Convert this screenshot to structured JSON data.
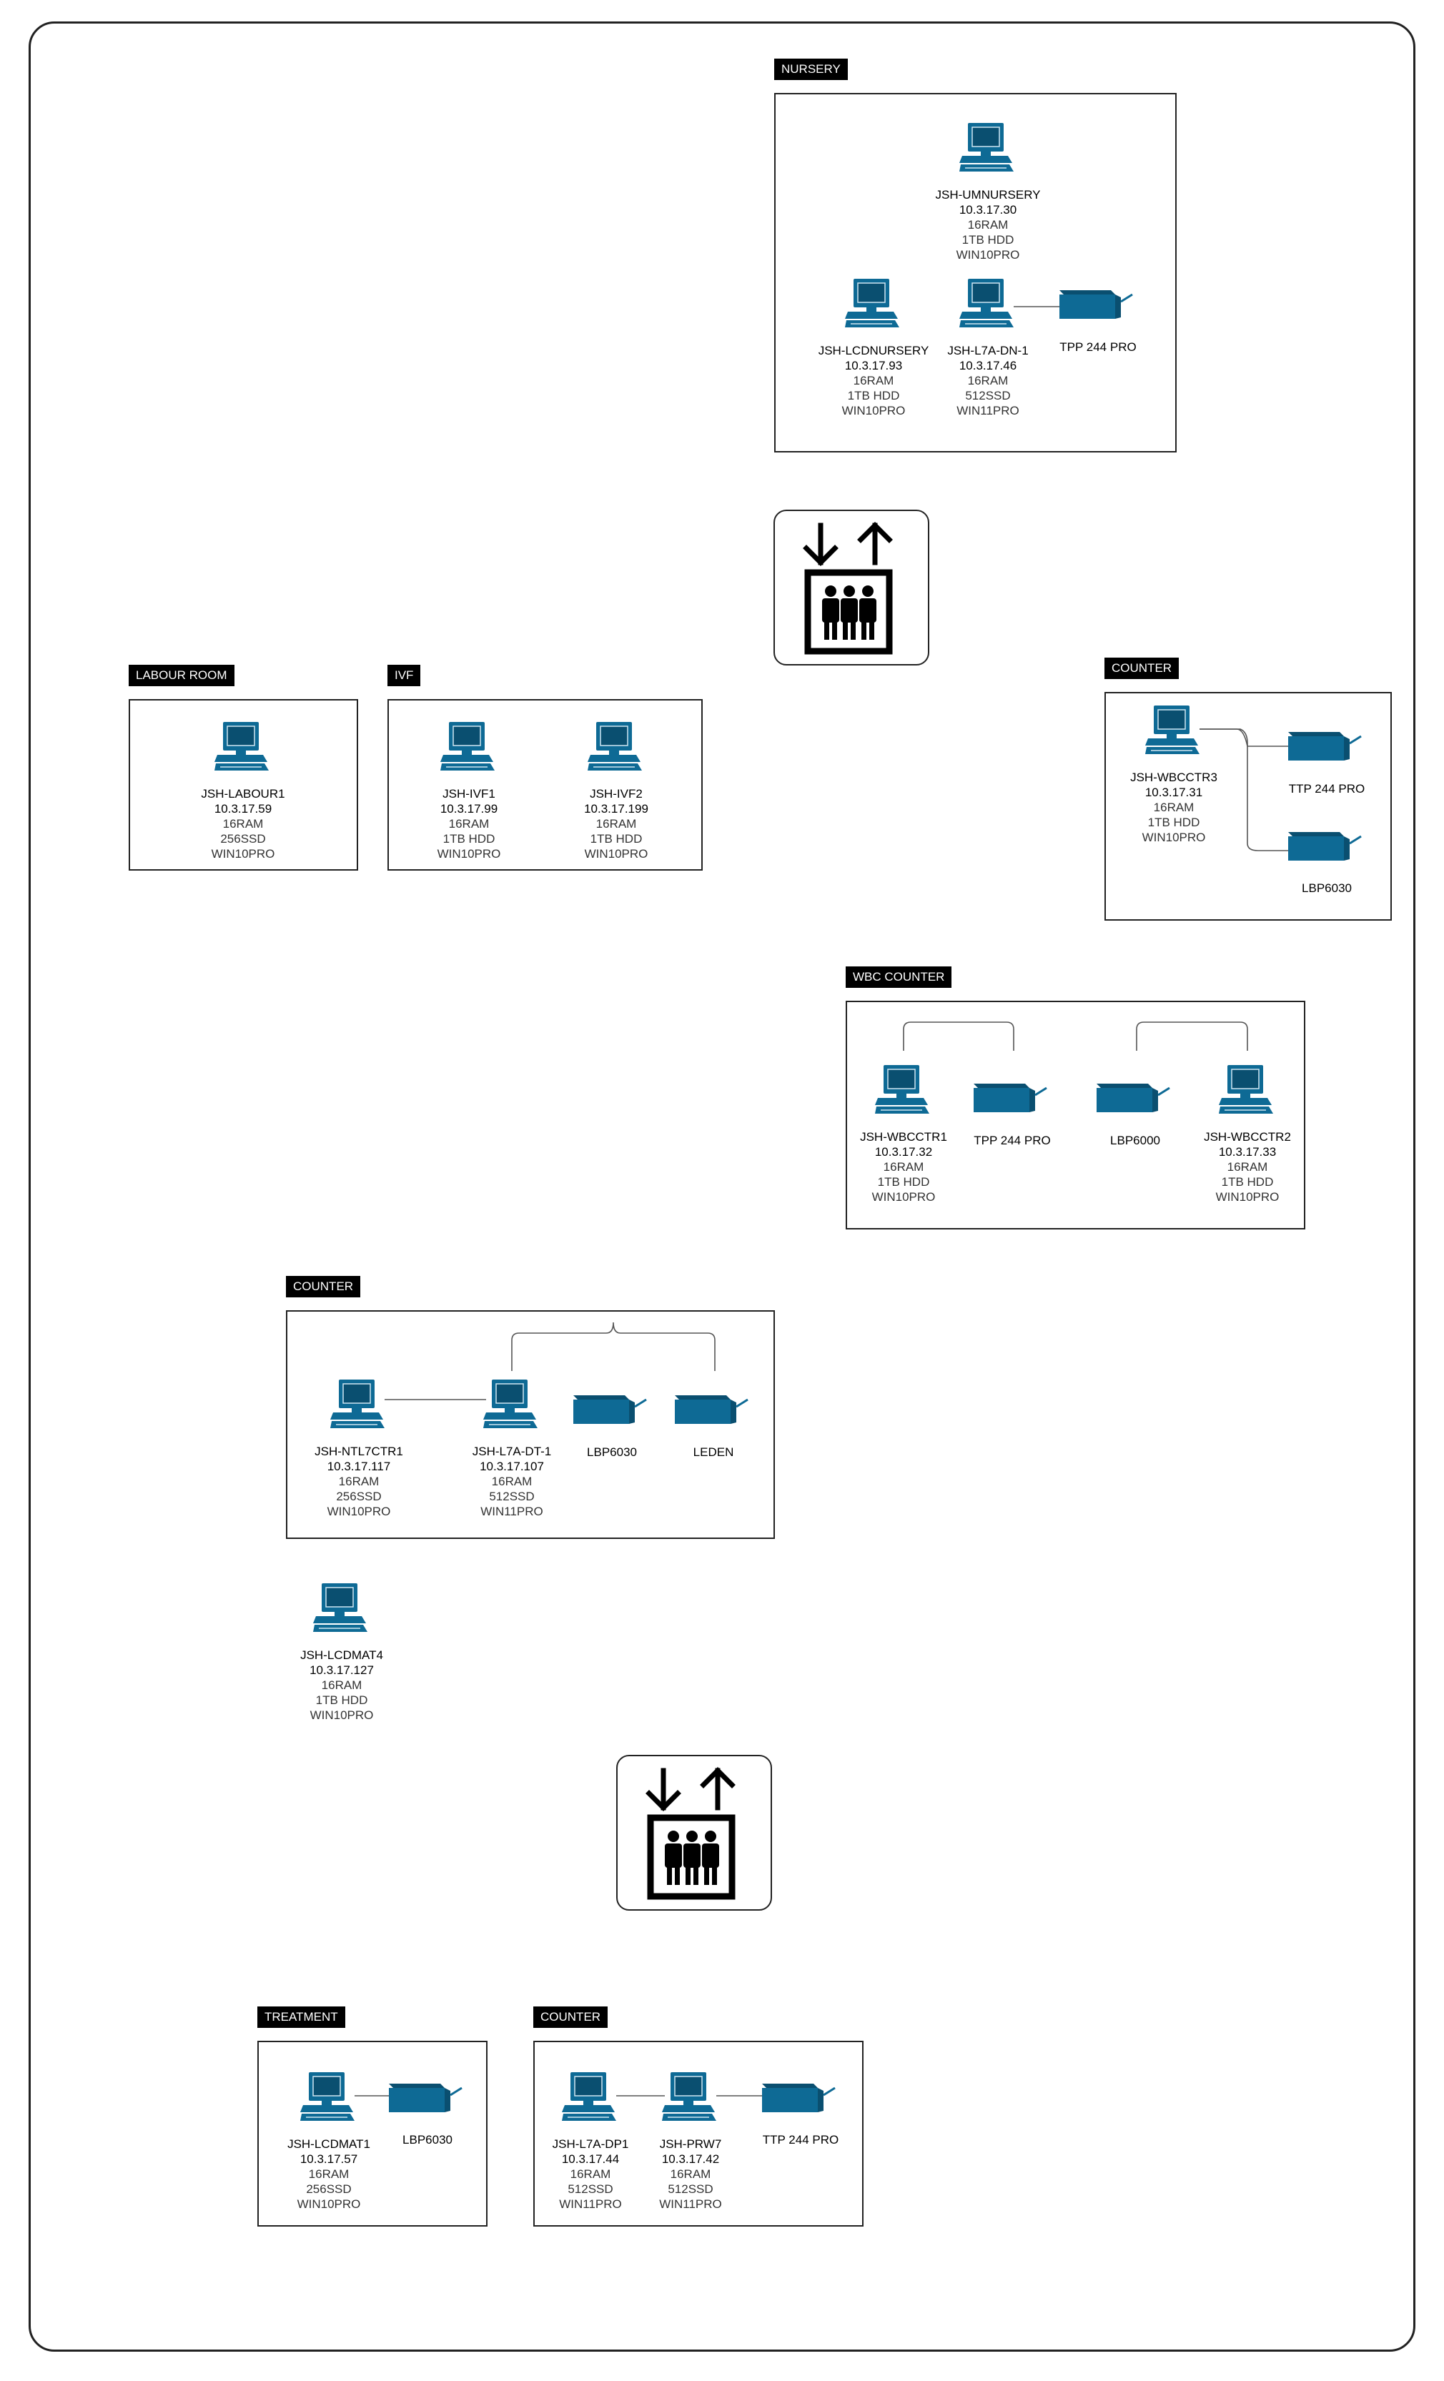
{
  "colors": {
    "device": "#0e6a95",
    "device_dark": "#0a4f70",
    "line": "#555555",
    "label_bg": "#000000"
  },
  "groups": {
    "nursery": {
      "label": "NURSERY"
    },
    "labour": {
      "label": "LABOUR ROOM"
    },
    "ivf": {
      "label": "IVF"
    },
    "counter_a": {
      "label": "COUNTER"
    },
    "wbc": {
      "label": "WBC COUNTER"
    },
    "counter_b": {
      "label": "COUNTER"
    },
    "treatment": {
      "label": "TREATMENT"
    },
    "counter_c": {
      "label": "COUNTER"
    }
  },
  "computers": {
    "umnursery": {
      "name": "JSH-UMNURSERY",
      "lines": [
        "10.3.17.30",
        "16RAM",
        "1TB HDD",
        "WIN10PRO"
      ],
      "icon": "desktop-computer-icon"
    },
    "lcdnursery": {
      "name": "JSH-LCDNURSERY",
      "lines": [
        "10.3.17.93",
        "16RAM",
        "1TB HDD",
        "WIN10PRO"
      ],
      "icon": "desktop-computer-icon"
    },
    "l7a_dn1": {
      "name": "JSH-L7A-DN-1",
      "lines": [
        "10.3.17.46",
        "16RAM",
        "512SSD",
        "WIN11PRO"
      ],
      "icon": "desktop-computer-icon"
    },
    "labour1": {
      "name": "JSH-LABOUR1",
      "lines": [
        "10.3.17.59",
        "16RAM",
        "256SSD",
        "WIN10PRO"
      ],
      "icon": "desktop-computer-icon"
    },
    "ivf1": {
      "name": "JSH-IVF1",
      "lines": [
        "10.3.17.99",
        "16RAM",
        "1TB HDD",
        "WIN10PRO"
      ],
      "icon": "desktop-computer-icon"
    },
    "ivf2": {
      "name": "JSH-IVF2",
      "lines": [
        "10.3.17.199",
        "16RAM",
        "1TB HDD",
        "WIN10PRO"
      ],
      "icon": "desktop-computer-icon"
    },
    "wbcctr3": {
      "name": "JSH-WBCCTR3",
      "lines": [
        "10.3.17.31",
        "16RAM",
        "1TB HDD",
        "WIN10PRO"
      ],
      "icon": "desktop-computer-icon"
    },
    "wbcctr1": {
      "name": "JSH-WBCCTR1",
      "lines": [
        "10.3.17.32",
        "16RAM",
        "1TB HDD",
        "WIN10PRO"
      ],
      "icon": "desktop-computer-icon"
    },
    "wbcctr2": {
      "name": "JSH-WBCCTR2",
      "lines": [
        "10.3.17.33",
        "16RAM",
        "1TB HDD",
        "WIN10PRO"
      ],
      "icon": "desktop-computer-icon"
    },
    "ntl7ctr1": {
      "name": "JSH-NTL7CTR1",
      "lines": [
        "10.3.17.117",
        "16RAM",
        "256SSD",
        "WIN10PRO"
      ],
      "icon": "desktop-computer-icon"
    },
    "l7a_dt1": {
      "name": "JSH-L7A-DT-1",
      "lines": [
        "10.3.17.107",
        "16RAM",
        "512SSD",
        "WIN11PRO"
      ],
      "icon": "desktop-computer-icon"
    },
    "lcdmat4": {
      "name": "JSH-LCDMAT4",
      "lines": [
        "10.3.17.127",
        "16RAM",
        "1TB HDD",
        "WIN10PRO"
      ],
      "icon": "desktop-computer-icon"
    },
    "lcdmat1": {
      "name": "JSH-LCDMAT1",
      "lines": [
        "10.3.17.57",
        "16RAM",
        "256SSD",
        "WIN10PRO"
      ],
      "icon": "desktop-computer-icon"
    },
    "l7a_dp1": {
      "name": "JSH-L7A-DP1",
      "lines": [
        "10.3.17.44",
        "16RAM",
        "512SSD",
        "WIN11PRO"
      ],
      "icon": "desktop-computer-icon"
    },
    "prw7": {
      "name": "JSH-PRW7",
      "lines": [
        "10.3.17.42",
        "16RAM",
        "512SSD",
        "WIN11PRO"
      ],
      "icon": "desktop-computer-icon"
    }
  },
  "printers": {
    "nursery_tpp": {
      "name": "TPP 244 PRO",
      "icon": "printer-icon"
    },
    "counter_a_ttp": {
      "name": "TTP 244 PRO",
      "icon": "printer-icon"
    },
    "counter_a_lbp": {
      "name": "LBP6030",
      "icon": "printer-icon"
    },
    "wbc_tpp": {
      "name": "TPP 244 PRO",
      "icon": "printer-icon"
    },
    "wbc_lbp": {
      "name": "LBP6000",
      "icon": "printer-icon"
    },
    "counter_b_lbp": {
      "name": "LBP6030",
      "icon": "printer-icon"
    },
    "counter_b_leden": {
      "name": "LEDEN",
      "icon": "printer-icon"
    },
    "treatment_lbp": {
      "name": "LBP6030",
      "icon": "printer-icon"
    },
    "counter_c_ttp": {
      "name": "TTP 244 PRO",
      "icon": "printer-icon"
    }
  },
  "lifts": [
    {
      "icon": "elevator-icon"
    },
    {
      "icon": "elevator-icon"
    }
  ]
}
